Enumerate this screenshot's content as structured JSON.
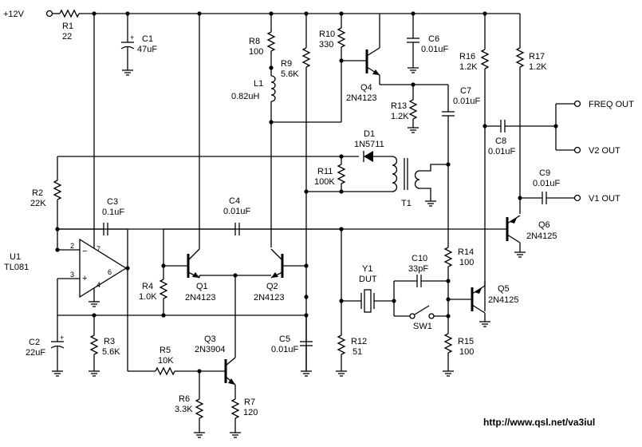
{
  "supply": "+12V",
  "components": {
    "r1": {
      "ref": "R1",
      "value": "22"
    },
    "c1": {
      "ref": "C1",
      "value": "47uF"
    },
    "r8": {
      "ref": "R8",
      "value": "100"
    },
    "l1": {
      "ref": "L1",
      "value": "0.82uH"
    },
    "r9": {
      "ref": "R9",
      "value": "5.6K"
    },
    "r10": {
      "ref": "R10",
      "value": "330"
    },
    "q4": {
      "ref": "Q4",
      "value": "2N4123"
    },
    "c6": {
      "ref": "C6",
      "value": "0.01uF"
    },
    "r16": {
      "ref": "R16",
      "value": "1.2K"
    },
    "r17": {
      "ref": "R17",
      "value": "1.2K"
    },
    "r13": {
      "ref": "R13",
      "value": "1.2K"
    },
    "c7": {
      "ref": "C7",
      "value": "0.01uF"
    },
    "d1": {
      "ref": "D1",
      "value": "1N5711"
    },
    "r11": {
      "ref": "R11",
      "value": "100K"
    },
    "t1": {
      "ref": "T1"
    },
    "c8": {
      "ref": "C8",
      "value": "0.01uF"
    },
    "c9": {
      "ref": "C9",
      "value": "0.01uF"
    },
    "r2": {
      "ref": "R2",
      "value": "22K"
    },
    "c3": {
      "ref": "C3",
      "value": "0.1uF"
    },
    "c4": {
      "ref": "C4",
      "value": "0.01uF"
    },
    "u1": {
      "ref": "U1",
      "value": "TL081"
    },
    "q6": {
      "ref": "Q6",
      "value": "2N4125"
    },
    "r4": {
      "ref": "R4",
      "value": "1.0K"
    },
    "q1": {
      "ref": "Q1",
      "value": "2N4123"
    },
    "q2": {
      "ref": "Q2",
      "value": "2N4123"
    },
    "y1": {
      "ref": "Y1",
      "value": "DUT"
    },
    "c10": {
      "ref": "C10",
      "value": "33pF"
    },
    "r14": {
      "ref": "R14",
      "value": "100"
    },
    "q5": {
      "ref": "Q5",
      "value": "2N4125"
    },
    "sw1": {
      "ref": "SW1"
    },
    "c2": {
      "ref": "C2",
      "value": "22uF"
    },
    "r3": {
      "ref": "R3",
      "value": "5.6K"
    },
    "r5": {
      "ref": "R5",
      "value": "10K"
    },
    "q3": {
      "ref": "Q3",
      "value": "2N3904"
    },
    "c5": {
      "ref": "C5",
      "value": "0.01uF"
    },
    "r12": {
      "ref": "R12",
      "value": "51"
    },
    "r15": {
      "ref": "R15",
      "value": "100"
    },
    "r6": {
      "ref": "R6",
      "value": "3.3K"
    },
    "r7": {
      "ref": "R7",
      "value": "120"
    }
  },
  "opamp_pins": {
    "p2": "2",
    "p3": "3",
    "p4": "4",
    "p6": "6",
    "p7": "7"
  },
  "outputs": {
    "freq": "FREQ OUT",
    "v2": "V2 OUT",
    "v1": "V1 OUT"
  },
  "url": "http://www.qsl.net/va3iul"
}
